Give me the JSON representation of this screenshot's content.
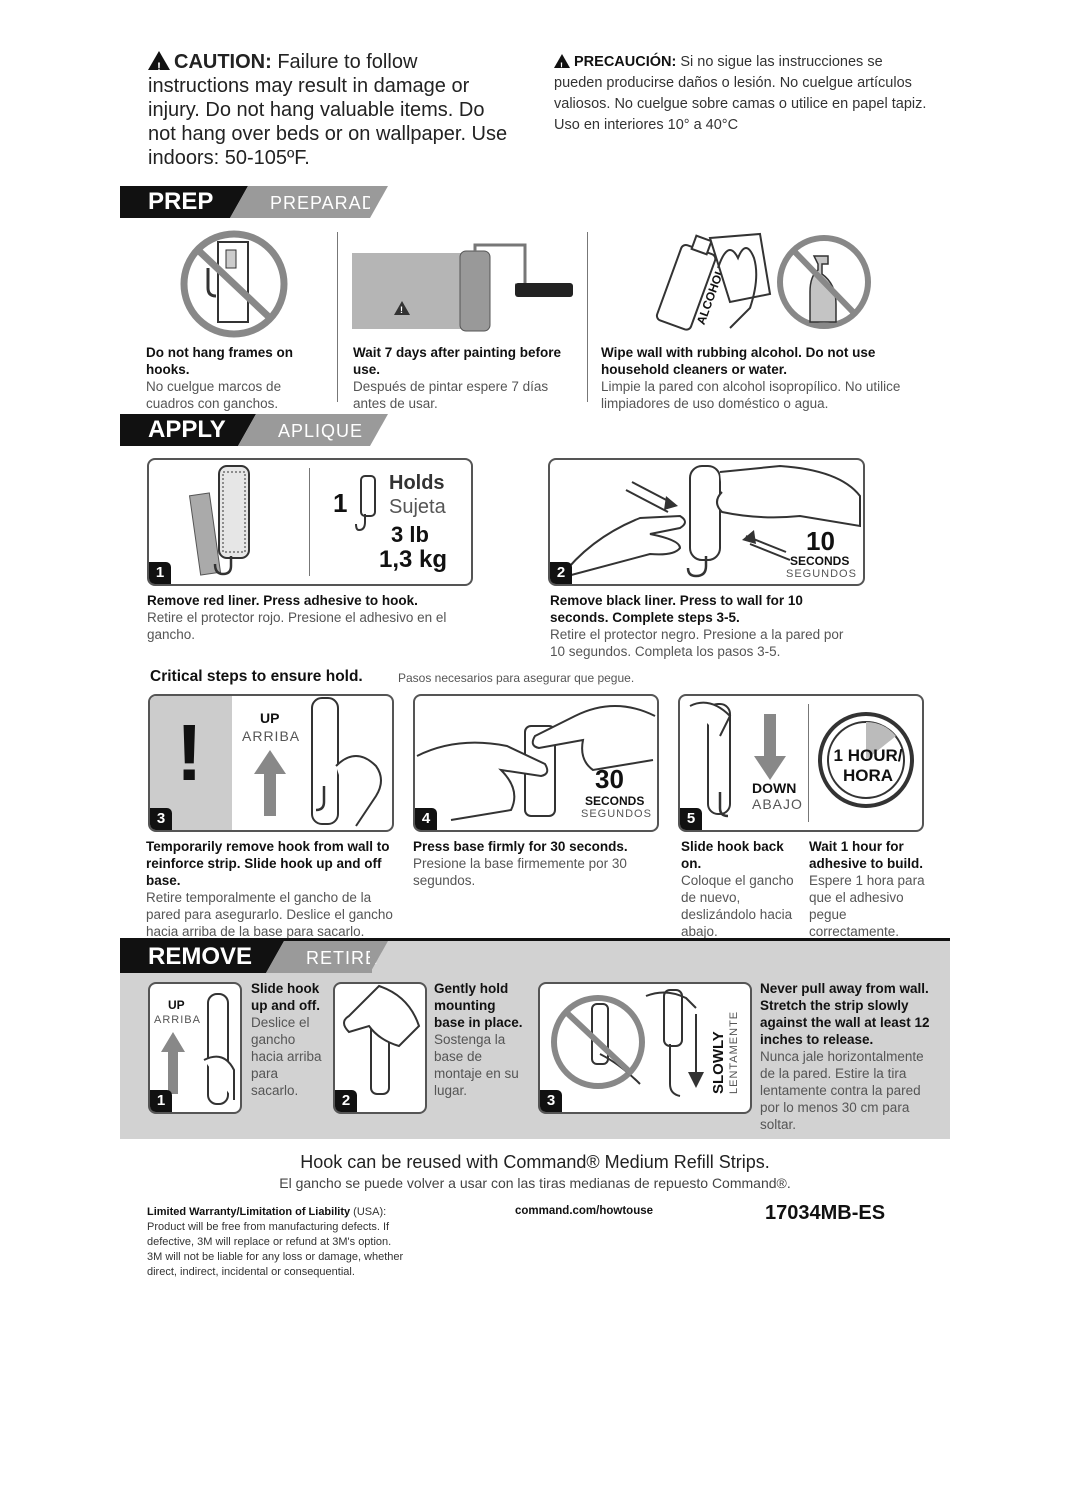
{
  "caution": {
    "en_heading": "CAUTION:",
    "en_text": "Failure to follow instructions may result in damage or injury. Do not hang valuable items. Do not hang over beds or on wallpaper. Use indoors: 50-105ºF.",
    "es_heading": "PRECAUCIÓN:",
    "es_text": "Si no sigue las instrucciones se pueden producirse daños o lesión. No cuelgue artículos valiosos. No cuelgue sobre camas o utilice en papel tapiz. Uso en interiores 10° a 40°C"
  },
  "prep": {
    "title": "PREP",
    "subtitle": "PREPARADO",
    "items": [
      {
        "en": "Do not hang frames on hooks.",
        "es": "No cuelgue marcos de cuadros con ganchos."
      },
      {
        "en": "Wait 7 days after painting before use.",
        "es": "Después de pintar espere 7 días antes de usar."
      },
      {
        "en": "Wipe wall with rubbing alcohol. Do not use household cleaners or water.",
        "es": "Limpie la pared con alcohol isopropílico. No utilice limpiadores de uso doméstico o agua."
      }
    ],
    "alcohol_label": "ALCOHOL"
  },
  "apply": {
    "title": "APPLY",
    "subtitle": "APLIQUE",
    "step1": {
      "num": "1",
      "holds_count": "1",
      "holds_en": "Holds",
      "holds_es": "Sujeta",
      "weight_lb": "3 lb",
      "weight_kg": "1,3 kg",
      "en": "Remove red liner. Press adhesive to hook.",
      "es": "Retire el protector rojo. Presione el adhesivo en el gancho."
    },
    "step2": {
      "num": "2",
      "seconds_num": "10",
      "seconds_en": "SECONDS",
      "seconds_es": "SEGUNDOS",
      "en": "Remove black liner. Press to wall for 10 seconds. Complete steps 3-5.",
      "es": "Retire el protector negro. Presione a la pared por 10 segundos. Completa los pasos 3-5."
    },
    "critical_en": "Critical steps to ensure hold.",
    "critical_es": "Pasos necesarios para asegurar que pegue.",
    "step3": {
      "num": "3",
      "up_en": "UP",
      "up_es": "ARRIBA",
      "en": "Temporarily remove hook from wall to reinforce strip. Slide hook up and off base.",
      "es": "Retire temporalmente el gancho de la pared para asegurarlo. Deslice el gancho hacia arriba de la base para sacarlo."
    },
    "step4": {
      "num": "4",
      "seconds_num": "30",
      "seconds_en": "SECONDS",
      "seconds_es": "SEGUNDOS",
      "en": "Press base firmly for 30 seconds.",
      "es": "Presione la base firmemente por 30 segundos."
    },
    "step5": {
      "num": "5",
      "down_en": "DOWN",
      "down_es": "ABAJO",
      "hour_en": "1 HOUR/",
      "hour_es": "HORA",
      "en_a": "Slide hook back on.",
      "es_a": "Coloque el gancho de nuevo, deslizándolo hacia abajo.",
      "en_b": "Wait 1 hour for adhesive to build.",
      "es_b": "Espere 1 hora para que el adhesivo pegue correctamente."
    }
  },
  "remove": {
    "title": "REMOVE",
    "subtitle": "RETIRE",
    "step1": {
      "num": "1",
      "up_en": "UP",
      "up_es": "ARRIBA",
      "en": "Slide hook up and off.",
      "es": "Deslice el gancho hacia arriba para sacarlo."
    },
    "step2": {
      "num": "2",
      "en": "Gently hold mounting base in place.",
      "es": "Sostenga la base de montaje en su lugar."
    },
    "step3": {
      "num": "3",
      "slowly_en": "SLOWLY",
      "slowly_es": "LENTAMENTE",
      "en": "Never pull away from wall. Stretch the strip slowly against the wall at least 12 inches to release.",
      "es": "Nunca jale horizontalmente de la pared. Estire la tira lentamente contra la pared por lo menos 30 cm para soltar."
    }
  },
  "footer": {
    "reuse_en": "Hook can be reused with Command® Medium Refill Strips.",
    "reuse_es": "El gancho se puede volver a usar con las tiras medianas de repuesto Command®.",
    "warranty_heading": "Limited Warranty/Limitation of Liability",
    "warranty_region": "(USA):",
    "warranty_text": "Product will be free from manufacturing defects. If defective, 3M will replace or refund at 3M's option. 3M will not be liable for any loss or damage, whether direct, indirect, incidental or consequential.",
    "url": "command.com/howtouse",
    "code": "17034MB-ES"
  }
}
